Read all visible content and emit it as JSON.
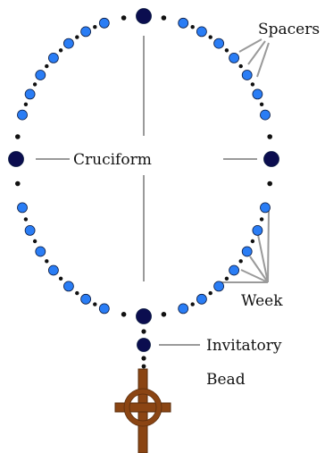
{
  "labels": {
    "spacers": "Spacers",
    "cruciform": "Cruciform",
    "week": "Week",
    "invitatory_line1": "Invitatory",
    "invitatory_line2": "Bead"
  },
  "colors": {
    "background": "#ffffff",
    "week_bead": "#2a7df5",
    "cruciform_bead": "#0b0d4f",
    "spacer_bead": "#111111",
    "leader_line": "#9a9a9a",
    "cross_wood": "#8b4513"
  },
  "structure": {
    "weeks": 4,
    "beads_per_week": 7,
    "cruciform_beads": 4,
    "invitatory_beads": 1,
    "icons": [
      "cross-icon"
    ]
  }
}
